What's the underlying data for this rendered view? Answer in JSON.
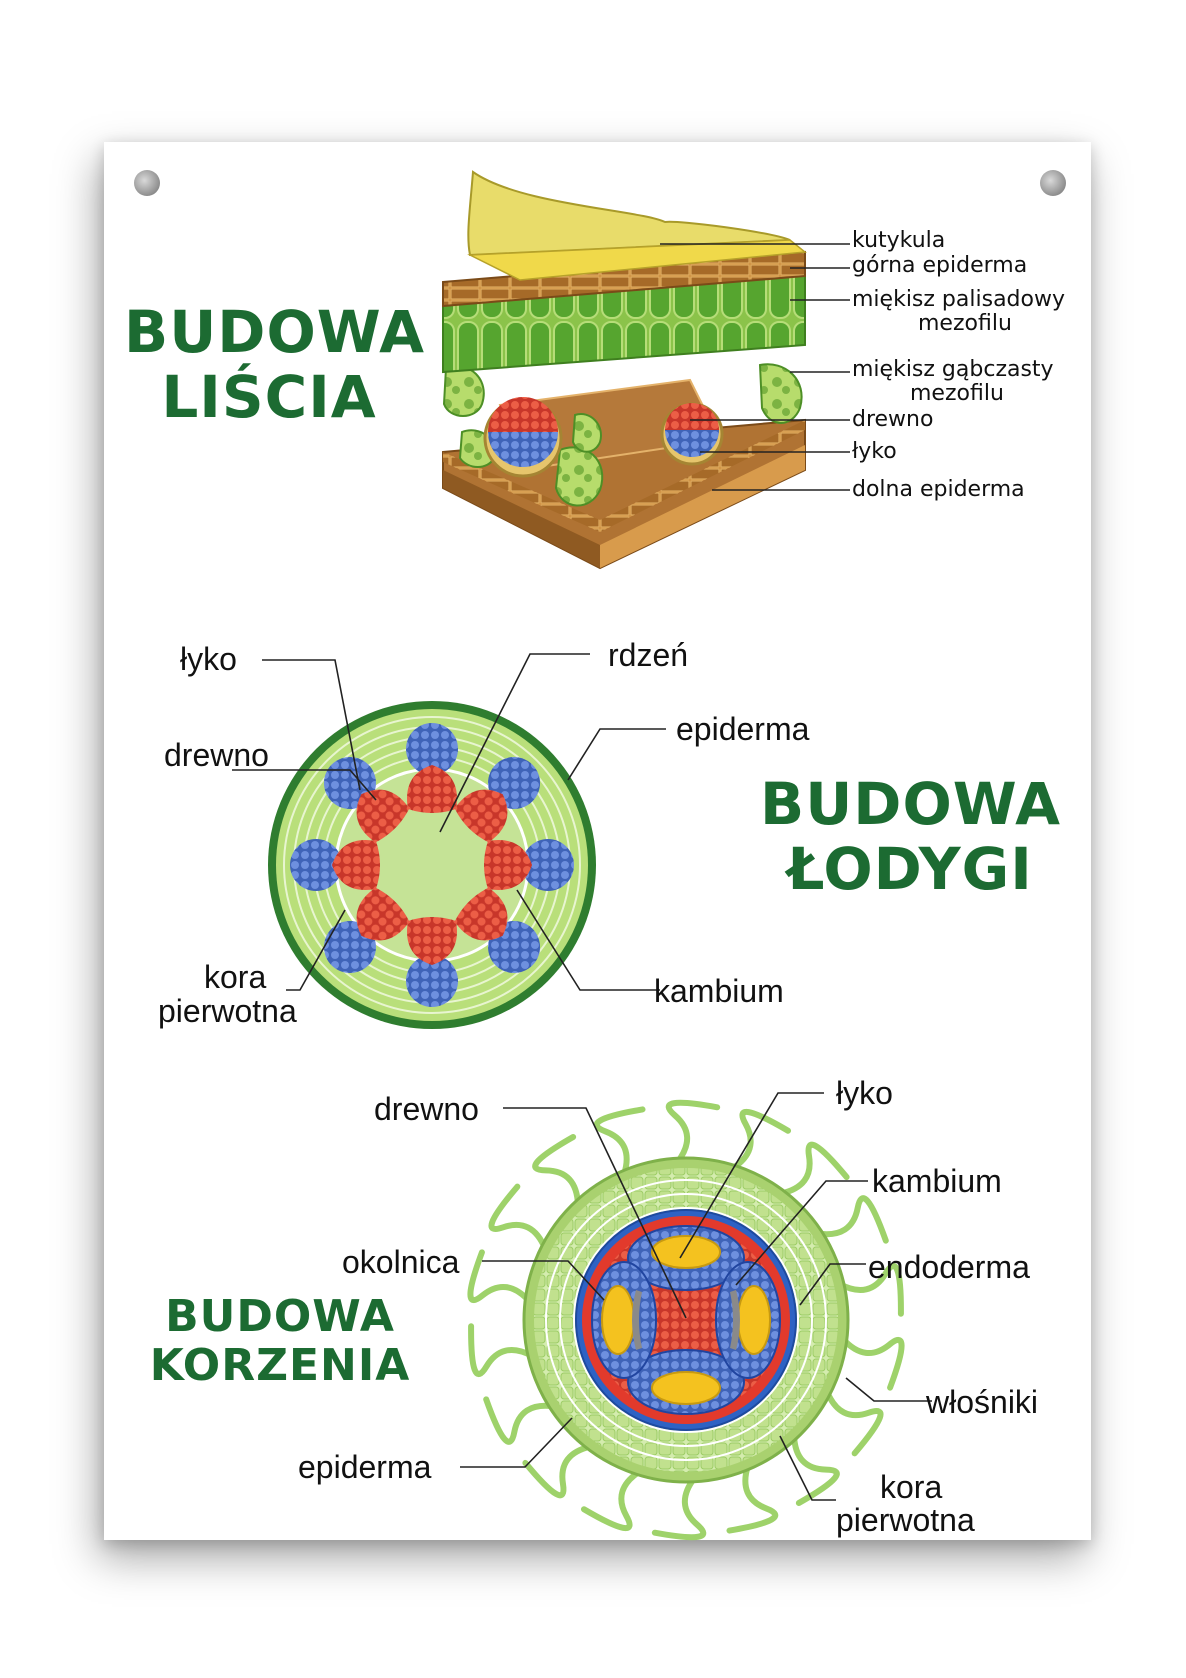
{
  "leaf": {
    "title_line1": "BUDOWA",
    "title_line2": "LIŚCIA",
    "labels": {
      "cuticle": "kutykula",
      "upper_epidermis": "górna epiderma",
      "palisade_line1": "miękisz palisadowy",
      "palisade_line2": "mezofilu",
      "spongy_line1": "miękisz gąbczasty",
      "spongy_line2": "mezofilu",
      "xylem": "drewno",
      "phloem": "łyko",
      "lower_epidermis": "dolna epiderma"
    }
  },
  "stem": {
    "title_line1": "BUDOWA",
    "title_line2": "ŁODYGI",
    "labels": {
      "phloem": "łyko",
      "pith": "rdzeń",
      "epidermis": "epiderma",
      "xylem": "drewno",
      "cortex_line1": "kora",
      "cortex_line2": "pierwotna",
      "cambium": "kambium"
    }
  },
  "root": {
    "title_line1": "BUDOWA",
    "title_line2": "KORZENIA",
    "labels": {
      "xylem": "drewno",
      "phloem": "łyko",
      "cambium": "kambium",
      "pericycle": "okolnica",
      "endodermis": "endoderma",
      "root_hairs": "włośniki",
      "epidermis": "epiderma",
      "cortex_line1": "kora",
      "cortex_line2": "pierwotna"
    }
  },
  "colors": {
    "heading": "#1c6b32",
    "phloem_blue": "#5b7fcf",
    "xylem_red": "#e2503a",
    "leaf_green": "#5aa83a",
    "light_green": "#cfe7a6",
    "dark_green": "#2e7d2e",
    "yellow": "#f4c21f"
  }
}
